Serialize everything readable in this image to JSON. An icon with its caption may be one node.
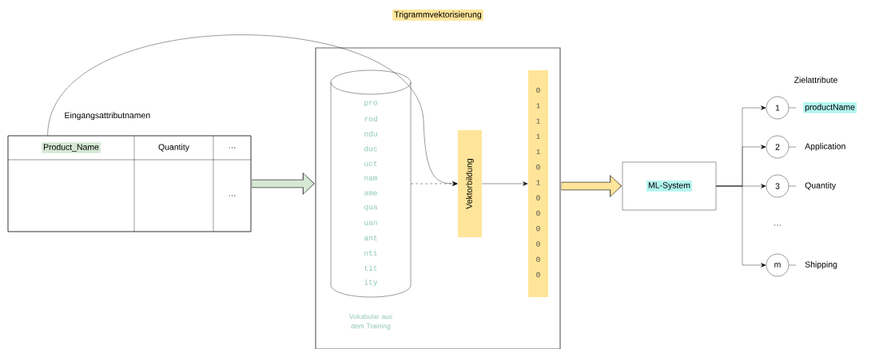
{
  "diagram": {
    "nodes": [
      {
        "text": [
          "Eingangsattributnamen",
          "Product_Name",
          "Quantity",
          "…",
          "…"
        ]
      },
      {
        "text": [
          "Trigrammvektorisierung"
        ]
      },
      {
        "text": [
          "pro",
          "rod",
          "odu",
          "duc",
          "uct",
          "nam",
          "ame",
          "qua",
          "uan",
          "ant",
          "nti",
          "tit",
          "ity"
        ],
        "beside": [
          "Vokabular aus dem Training"
        ],
        "in": 1
      },
      {
        "text": [
          "Vektorbildung"
        ],
        "in": 1
      },
      {
        "text": [
          "0",
          "1",
          "1",
          "1",
          "1",
          "0",
          "1",
          "0",
          "0",
          "0",
          "0",
          "0",
          "0"
        ],
        "in": 1
      },
      {
        "text": [
          "ML-System"
        ]
      },
      {
        "text": [
          "1"
        ],
        "beside": [
          "productName"
        ]
      },
      {
        "text": [
          "2"
        ],
        "beside": [
          "Application"
        ]
      },
      {
        "text": [
          "3"
        ],
        "beside": [
          "Quantity"
        ]
      },
      {
        "text": [
          "m"
        ],
        "beside": [
          "Shipping"
        ]
      }
    ],
    "edges": [
      {
        "from": 0,
        "to": 3,
        "arrow": "to"
      },
      {
        "from": 0,
        "to": 1,
        "arrow": "to",
        "style": "thick",
        "color": "#d5e8d4"
      },
      {
        "from": 2,
        "to": 3,
        "arrow": "to",
        "style": "dashed"
      },
      {
        "from": 3,
        "to": 4,
        "arrow": "to"
      },
      {
        "from": 1,
        "to": 5,
        "arrow": "to",
        "style": "thick",
        "color": "#ffe599"
      },
      {
        "from": 5,
        "to": 6,
        "arrow": "to"
      },
      {
        "from": 5,
        "to": 7,
        "arrow": "to"
      },
      {
        "from": 5,
        "to": 8,
        "arrow": "to"
      },
      {
        "from": 5,
        "to": 9,
        "arrow": "to"
      }
    ],
    "labels": [
      "Zielattribute",
      "…"
    ]
  }
}
